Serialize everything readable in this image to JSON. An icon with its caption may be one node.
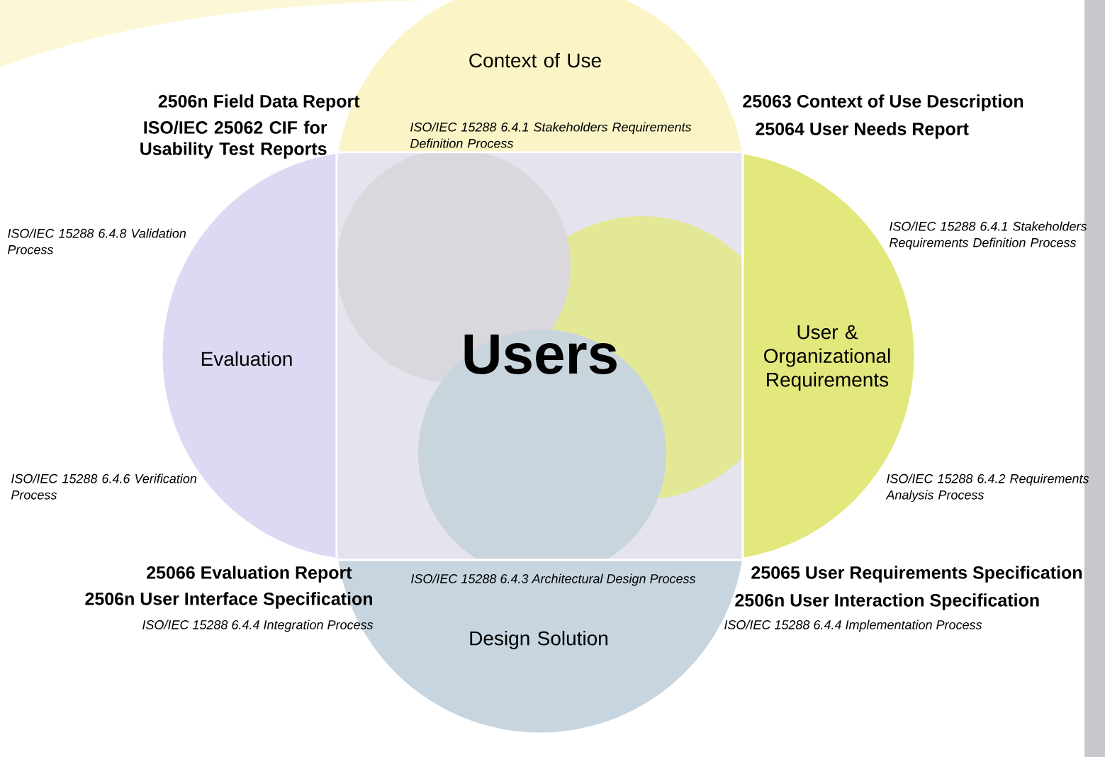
{
  "diagram": {
    "nodes": [
      {
        "text": [
          "Context of Use"
        ]
      },
      {
        "text": [
          "Evaluation"
        ]
      },
      {
        "text": [
          "Users"
        ]
      },
      {
        "text": [
          "User & Organizational Requirements"
        ]
      },
      {
        "text": [
          "Design Solution"
        ]
      }
    ],
    "labels": [
      "2506n Field Data Report",
      "25063 Context of Use Description",
      "ISO/IEC 25062 CIF for Usability Test Reports",
      "ISO/IEC 15288 6.4.1 Stakeholders Requirements Definition Process",
      "25064 User Needs Report",
      "ISO/IEC 15288 6.4.8 Validation Process",
      "ISO/IEC 15288 6.4.1 Stakeholders Requirements Definition Process",
      "ISO/IEC 15288 6.4.6 Verification Process",
      "ISO/IEC 15288 6.4.2 Requirements Analysis Process",
      "25066 Evaluation Report",
      "ISO/IEC 15288 6.4.3 Architectural Design Process",
      "25065 User Requirements Specification",
      "2506n User Interface Specification",
      "2506n User Interaction Specification",
      "ISO/IEC 15288 6.4.4 Integration Process",
      "ISO/IEC 15288 6.4.4 Implementation Process"
    ]
  }
}
